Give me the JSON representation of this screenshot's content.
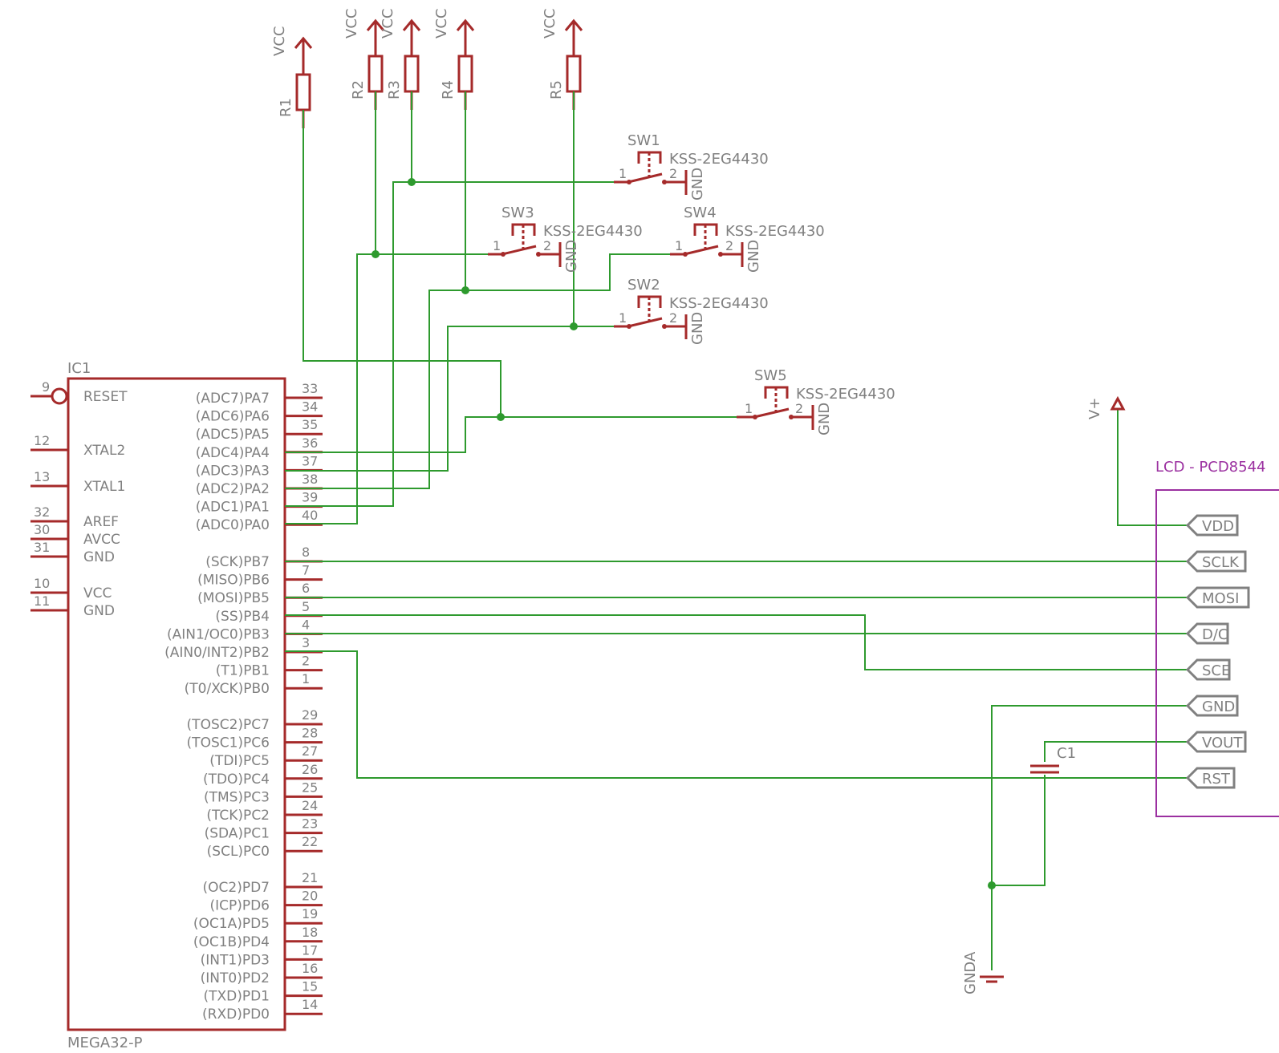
{
  "colors": {
    "part": "#a52a2a",
    "wire": "#2e9a2e",
    "text": "#808080",
    "lcd": "#9b30a0"
  },
  "ic": {
    "name": "IC1",
    "value": "MEGA32-P",
    "left_pins": [
      {
        "num": "9",
        "label": "RESET"
      },
      {
        "num": "12",
        "label": "XTAL2"
      },
      {
        "num": "13",
        "label": "XTAL1"
      },
      {
        "num": "32",
        "label": "AREF"
      },
      {
        "num": "30",
        "label": "AVCC"
      },
      {
        "num": "31",
        "label": "GND"
      },
      {
        "num": "10",
        "label": "VCC"
      },
      {
        "num": "11",
        "label": "GND"
      }
    ],
    "right_pins": [
      {
        "num": "33",
        "label": "(ADC7)PA7"
      },
      {
        "num": "34",
        "label": "(ADC6)PA6"
      },
      {
        "num": "35",
        "label": "(ADC5)PA5"
      },
      {
        "num": "36",
        "label": "(ADC4)PA4"
      },
      {
        "num": "37",
        "label": "(ADC3)PA3"
      },
      {
        "num": "38",
        "label": "(ADC2)PA2"
      },
      {
        "num": "39",
        "label": "(ADC1)PA1"
      },
      {
        "num": "40",
        "label": "(ADC0)PA0"
      },
      {
        "num": "8",
        "label": "(SCK)PB7"
      },
      {
        "num": "7",
        "label": "(MISO)PB6"
      },
      {
        "num": "6",
        "label": "(MOSI)PB5"
      },
      {
        "num": "5",
        "label": "(SS)PB4"
      },
      {
        "num": "4",
        "label": "(AIN1/OC0)PB3"
      },
      {
        "num": "3",
        "label": "(AIN0/INT2)PB2"
      },
      {
        "num": "2",
        "label": "(T1)PB1"
      },
      {
        "num": "1",
        "label": "(T0/XCK)PB0"
      },
      {
        "num": "29",
        "label": "(TOSC2)PC7"
      },
      {
        "num": "28",
        "label": "(TOSC1)PC6"
      },
      {
        "num": "27",
        "label": "(TDI)PC5"
      },
      {
        "num": "26",
        "label": "(TDO)PC4"
      },
      {
        "num": "25",
        "label": "(TMS)PC3"
      },
      {
        "num": "24",
        "label": "(TCK)PC2"
      },
      {
        "num": "23",
        "label": "(SDA)PC1"
      },
      {
        "num": "22",
        "label": "(SCL)PC0"
      },
      {
        "num": "21",
        "label": "(OC2)PD7"
      },
      {
        "num": "20",
        "label": "(ICP)PD6"
      },
      {
        "num": "19",
        "label": "(OC1A)PD5"
      },
      {
        "num": "18",
        "label": "(OC1B)PD4"
      },
      {
        "num": "17",
        "label": "(INT1)PD3"
      },
      {
        "num": "16",
        "label": "(INT0)PD2"
      },
      {
        "num": "15",
        "label": "(TXD)PD1"
      },
      {
        "num": "14",
        "label": "(RXD)PD0"
      }
    ]
  },
  "resistors": [
    {
      "name": "R1",
      "supply": "VCC"
    },
    {
      "name": "R2",
      "supply": "VCC"
    },
    {
      "name": "R3",
      "supply": "VCC"
    },
    {
      "name": "R4",
      "supply": "VCC"
    },
    {
      "name": "R5",
      "supply": "VCC"
    }
  ],
  "switches": [
    {
      "name": "SW1",
      "value": "KSS-2EG4430",
      "pin1": "1",
      "pin2": "2",
      "gnd": "GND"
    },
    {
      "name": "SW3",
      "value": "KSS-2EG4430",
      "pin1": "1",
      "pin2": "2",
      "gnd": "GND"
    },
    {
      "name": "SW4",
      "value": "KSS-2EG4430",
      "pin1": "1",
      "pin2": "2",
      "gnd": "GND"
    },
    {
      "name": "SW2",
      "value": "KSS-2EG4430",
      "pin1": "1",
      "pin2": "2",
      "gnd": "GND"
    },
    {
      "name": "SW5",
      "value": "KSS-2EG4430",
      "pin1": "1",
      "pin2": "2",
      "gnd": "GND"
    }
  ],
  "lcd": {
    "title": "LCD - PCD8544",
    "ports": [
      "VDD",
      "SCLK",
      "MOSI",
      "D/C",
      "SCE",
      "GND",
      "VOUT",
      "RST"
    ]
  },
  "capacitor": {
    "name": "C1"
  },
  "vplus": {
    "label": "V+"
  },
  "gnda": {
    "label": "GNDA"
  }
}
